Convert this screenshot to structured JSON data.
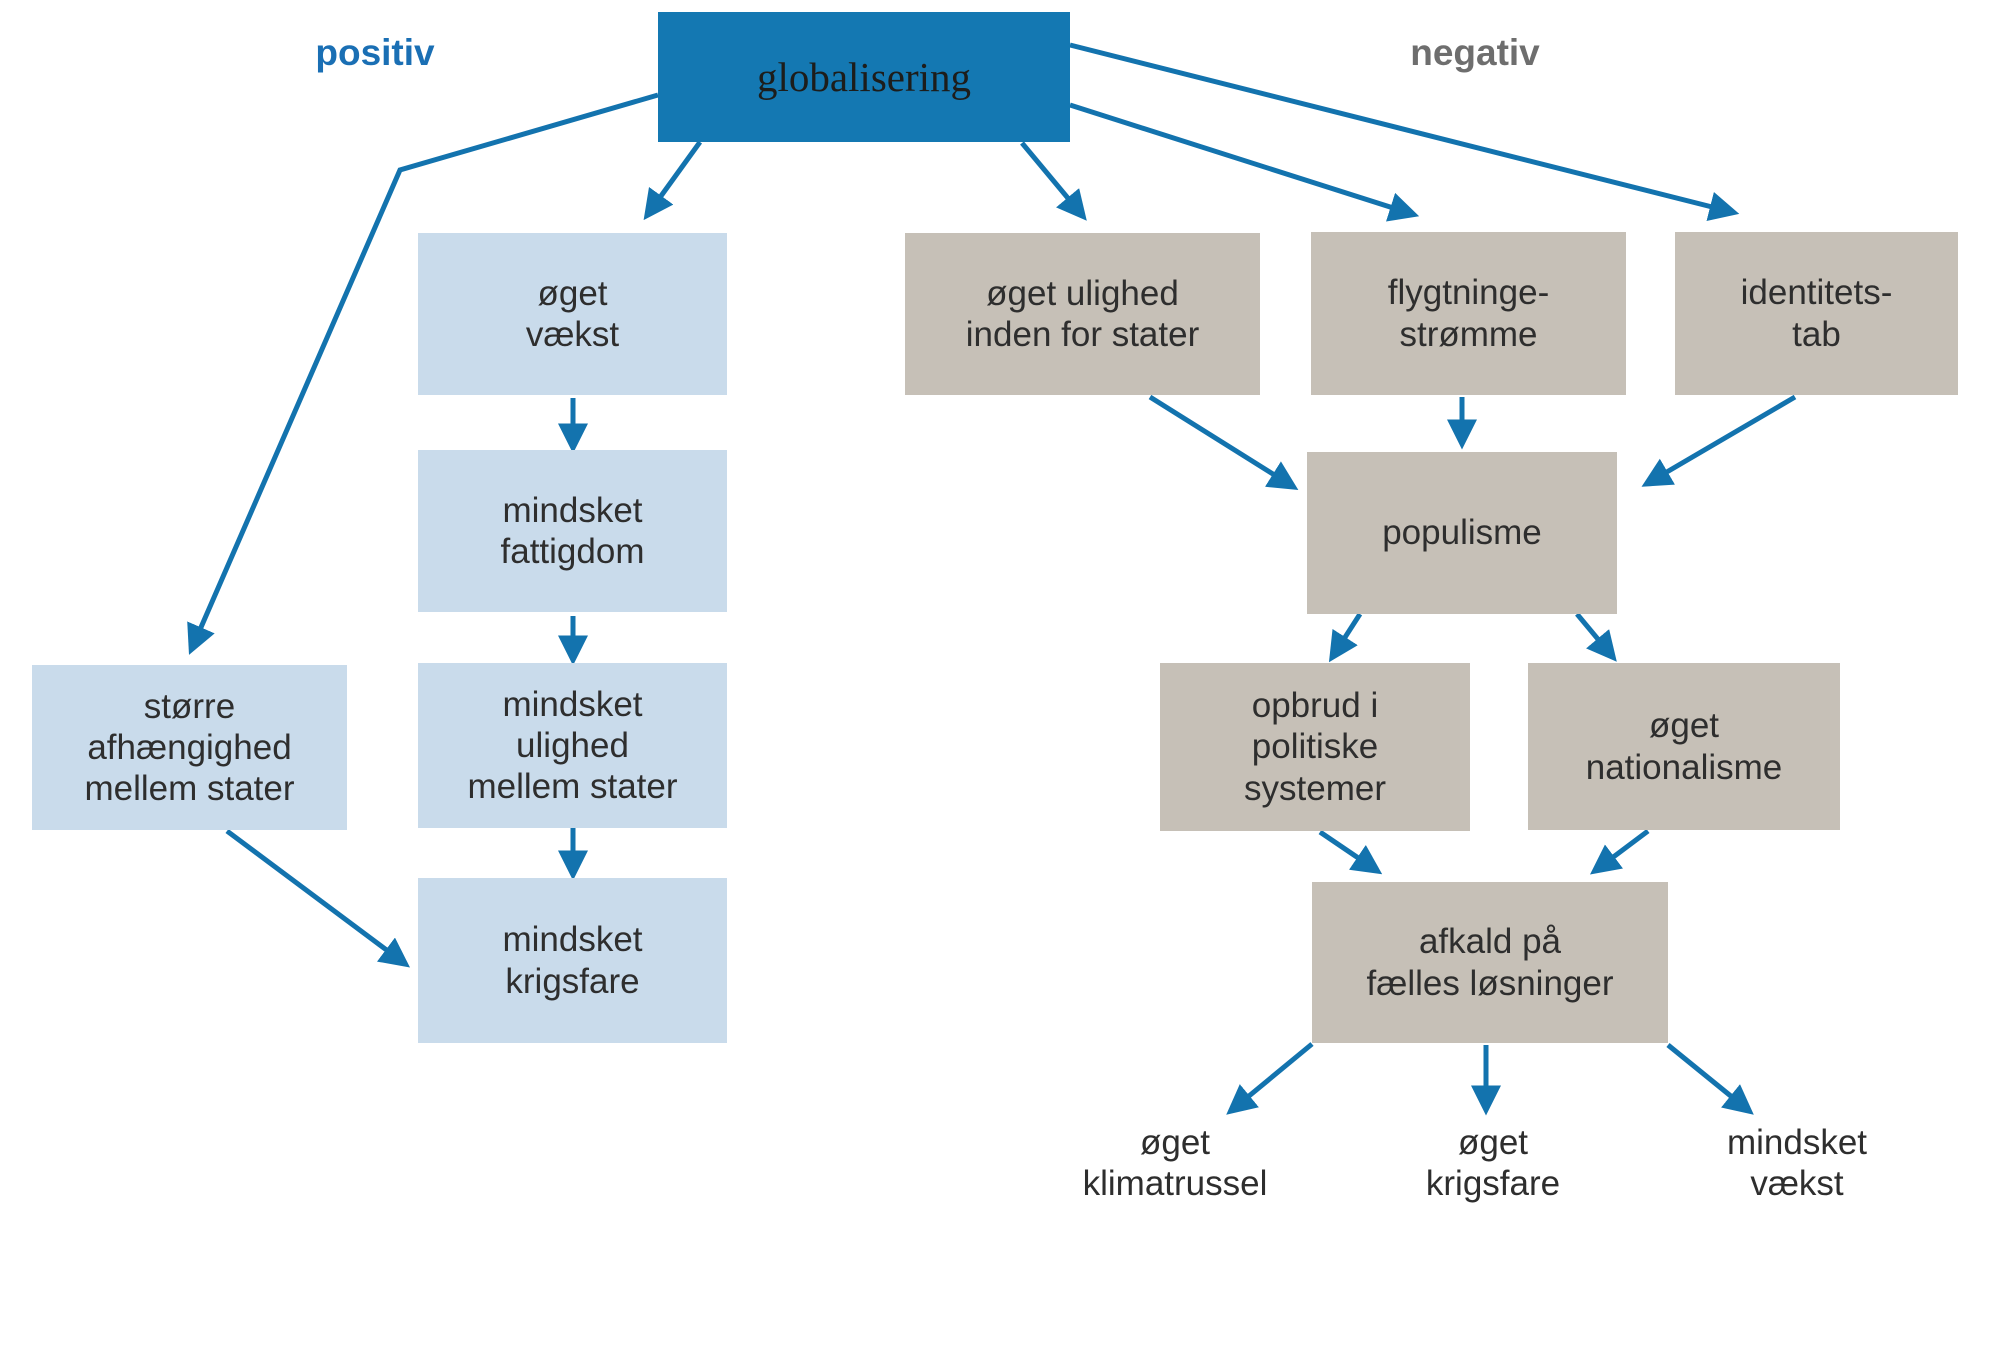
{
  "diagram": {
    "root": "globalisering",
    "branch_labels": {
      "positiv": "positiv",
      "negativ": "negativ"
    },
    "positive_nodes": {
      "oget_vaekst": "øget\nvækst",
      "mindsket_fattigdom": "mindsket\nfattigdom",
      "mindsket_ulighed": "mindsket\nulighed\nmellem stater",
      "mindsket_krigsfare": "mindsket\nkrigsfare",
      "storre_afhaengighed": "større\nafhængighed\nmellem stater"
    },
    "negative_nodes": {
      "oget_ulighed_inden_for_stater": "øget ulighed\ninden for stater",
      "flygtningestromme": "flygtninge-\nstrømme",
      "identitetstab": "identitets-\ntab",
      "populisme": "populisme",
      "opbrud_i_politiske_systemer": "opbrud i\npolitiske\nsystemer",
      "oget_nationalisme": "øget\nnationalisme",
      "afkald_pa_faelles_losninger": "afkald på\nfælles løsninger"
    },
    "outcomes": {
      "oget_klimatrussel": "øget\nklimatrussel",
      "oget_krigsfare": "øget\nkrigsfare",
      "mindsket_vaekst": "mindsket\nvækst"
    }
  },
  "colors": {
    "root_fill": "#1478b2",
    "root_text": "#1d1d1b",
    "positive_fill": "#c9dbeb",
    "negative_fill": "#c6c0b7",
    "node_text": "#2e2e2e",
    "arrow": "#1373ae",
    "positive_label": "#1a6fb4",
    "negative_label": "#6e6e6e"
  }
}
